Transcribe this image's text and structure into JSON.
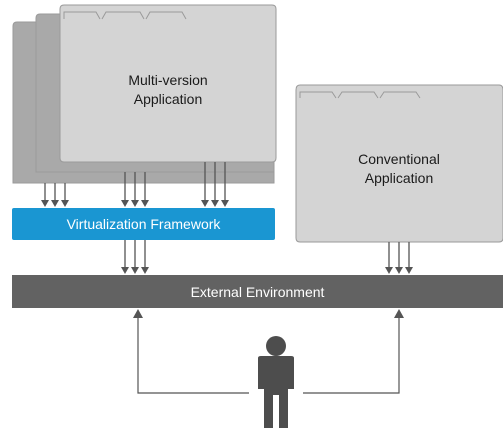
{
  "multi_app": {
    "line1": "Multi-version",
    "line2": "Application",
    "fill": "#d4d4d4",
    "back_fill": "#a9a9a9",
    "stroke": "#9a9a9a"
  },
  "conv_app": {
    "line1": "Conventional",
    "line2": "Application",
    "fill": "#d4d4d4",
    "stroke": "#9a9a9a"
  },
  "framework": {
    "label": "Virtualization Framework",
    "fill": "#1a96d2"
  },
  "environment": {
    "label": "External Environment",
    "fill": "#626262"
  },
  "user": {
    "icon": "person-icon",
    "fill": "#4d4d4d"
  },
  "arrow_color": "#555555"
}
